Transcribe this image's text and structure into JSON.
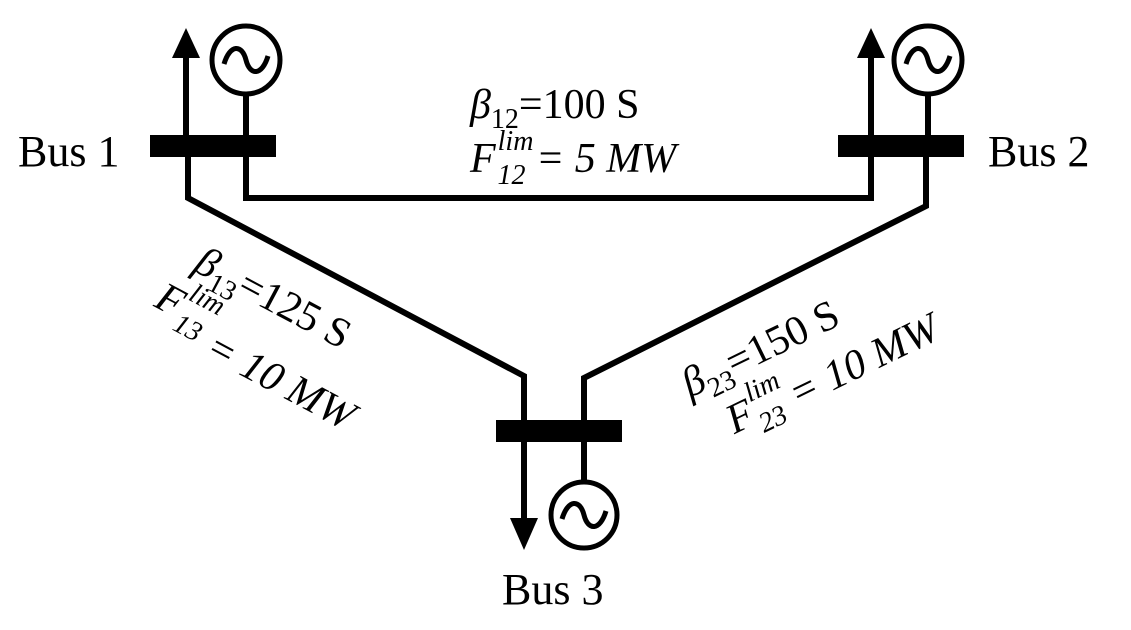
{
  "buses": {
    "bus1": "Bus 1",
    "bus2": "Bus 2",
    "bus3": "Bus 3"
  },
  "lines": {
    "l12": {
      "beta_symbol": "β",
      "beta_sub": "12",
      "beta_value": "=100 S",
      "flim_symbol": "F",
      "flim_sup": "lim",
      "flim_sub": "12",
      "flim_value": " = 5 MW"
    },
    "l13": {
      "beta_symbol": "β",
      "beta_sub": "13",
      "beta_value": "=125 S",
      "flim_symbol": "F",
      "flim_sup": "lim",
      "flim_sub": "13",
      "flim_value": " = 10 MW"
    },
    "l23": {
      "beta_symbol": "β",
      "beta_sub": "23",
      "beta_value": "=150 S",
      "flim_symbol": "F",
      "flim_sup": "lim",
      "flim_sub": "23",
      "flim_value": " = 10 MW"
    }
  },
  "icons": {
    "generator": "generator-icon",
    "load": "load-arrow-icon"
  },
  "colors": {
    "stroke": "#000000",
    "background": "#ffffff"
  }
}
